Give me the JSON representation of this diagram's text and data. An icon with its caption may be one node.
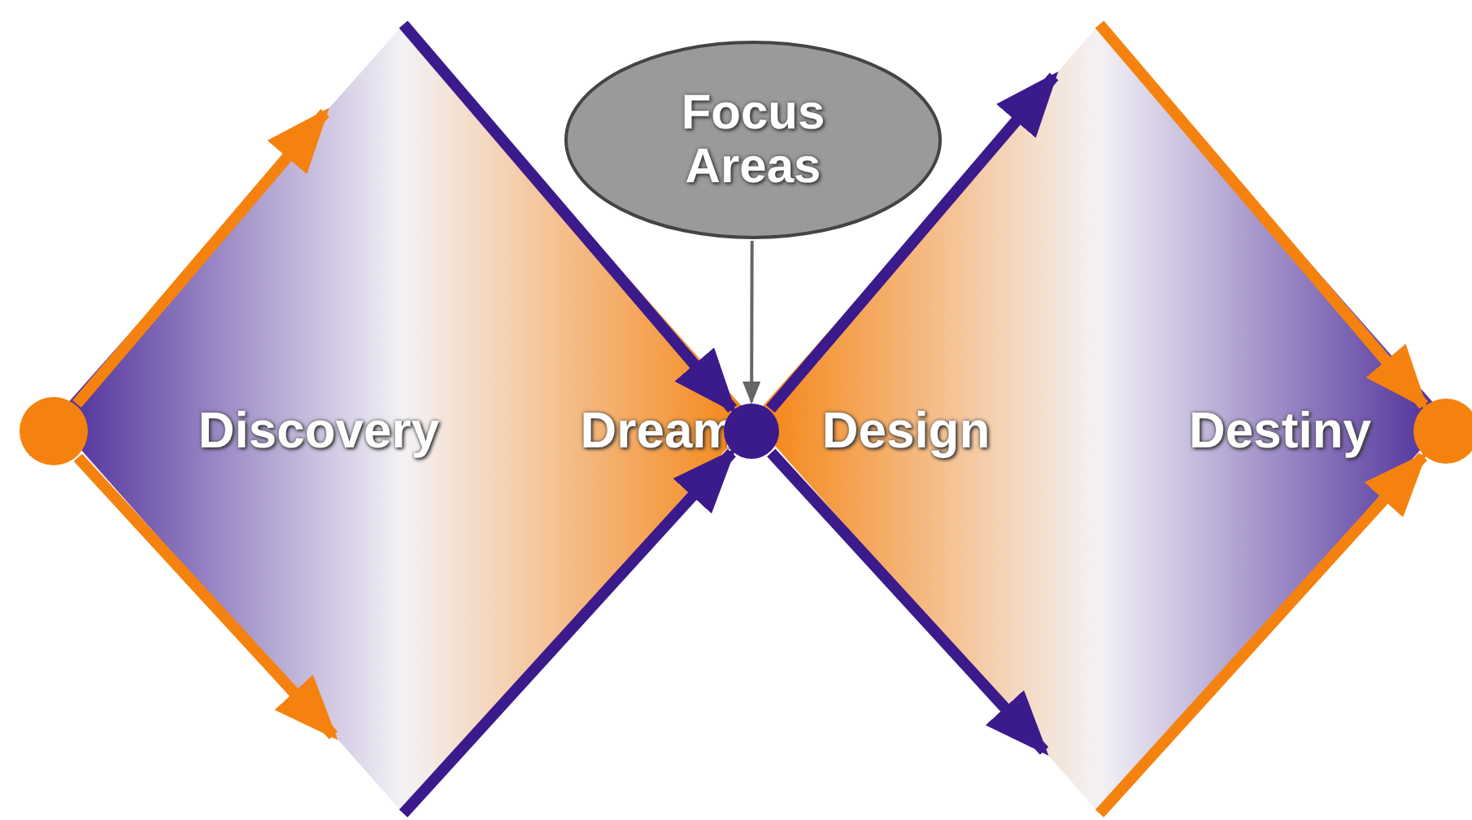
{
  "diagram": {
    "nodes": [
      {
        "text": [],
        "shape": "circle"
      },
      {
        "text": [
          "Discovery",
          "Dream"
        ]
      },
      {
        "text": [],
        "shape": "circle"
      },
      {
        "text": [
          "Focus Areas"
        ]
      },
      {
        "text": [
          "Design",
          "Destiny"
        ]
      },
      {
        "text": [],
        "shape": "circle"
      }
    ],
    "edges": [
      {
        "from": 0,
        "to": 1,
        "arrow": "to",
        "color": "#f5820f"
      },
      {
        "from": 0,
        "to": 1,
        "arrow": "to",
        "color": "#f5820f"
      },
      {
        "from": 1,
        "to": 2,
        "arrow": "to",
        "color": "#3b1a8c"
      },
      {
        "from": 1,
        "to": 2,
        "arrow": "to",
        "color": "#3b1a8c"
      },
      {
        "from": 2,
        "to": 4,
        "arrow": "to",
        "color": "#3b1a8c"
      },
      {
        "from": 2,
        "to": 4,
        "arrow": "to",
        "color": "#3b1a8c"
      },
      {
        "from": 4,
        "to": 5,
        "arrow": "to",
        "color": "#f5820f"
      },
      {
        "from": 4,
        "to": 5,
        "arrow": "to",
        "color": "#f5820f"
      },
      {
        "from": 3,
        "to": 2,
        "arrow": "to",
        "color": "#666666"
      }
    ]
  }
}
